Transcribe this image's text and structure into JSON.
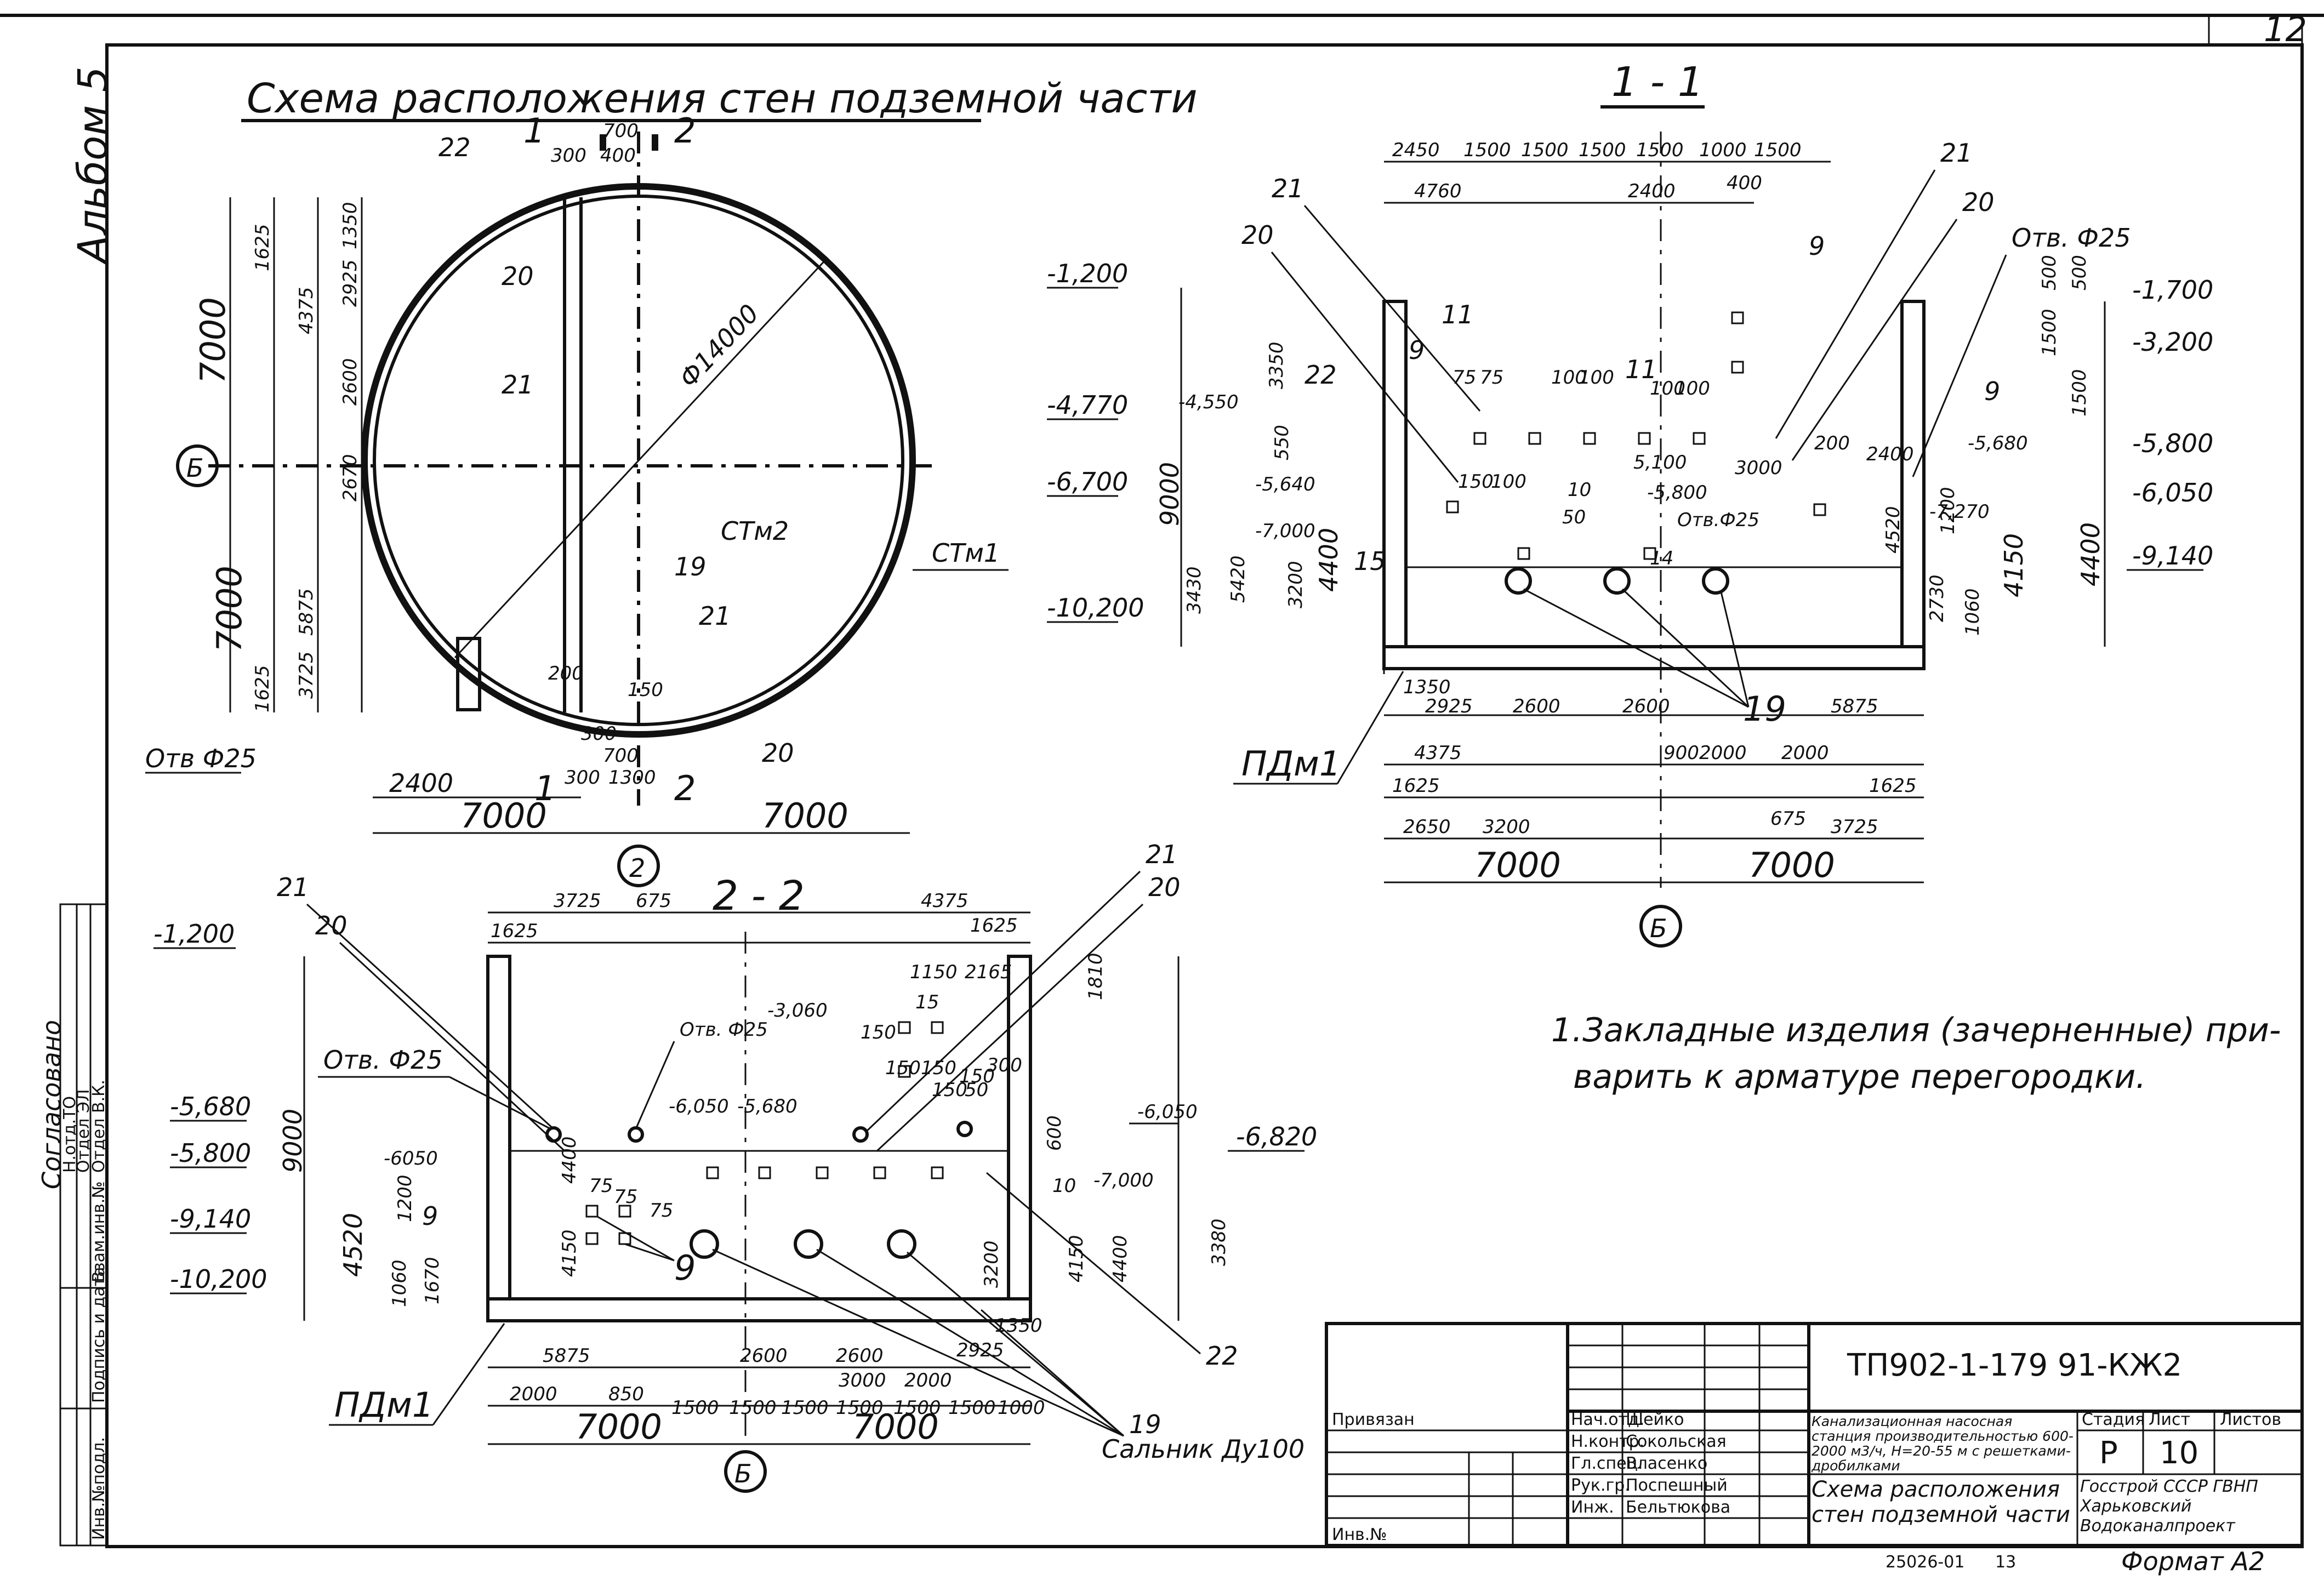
{
  "sheet": {
    "number": "12",
    "album": "Альбом 5"
  },
  "plan": {
    "title": "Схема расположения стен подземной части",
    "diameter": "Ф14000",
    "section_marks": [
      "1",
      "2"
    ],
    "axis_b": "Б",
    "axis_2": "2",
    "labels": {
      "stm1": "СТм1",
      "stm2": "СТм2",
      "hole": "Отв Ф25"
    },
    "marks": [
      "22",
      "20",
      "21",
      "19",
      "21",
      "20"
    ],
    "top_dims": [
      "700",
      "300",
      "400"
    ],
    "bottom_dims": [
      "200",
      "300",
      "700",
      "300",
      "1300",
      "150"
    ],
    "left_dims": [
      "7000",
      "1625",
      "4375",
      "2925",
      "1350",
      "2600",
      "2670",
      "7000",
      "5875",
      "3725",
      "1625"
    ],
    "dim_2400": "2400",
    "base_dims": [
      "7000",
      "7000"
    ]
  },
  "sec11": {
    "title": "1 - 1",
    "top_dims": [
      "2450",
      "1500",
      "1500",
      "1500",
      "1500",
      "1000",
      "1500"
    ],
    "top_dims2": [
      "4760",
      "2400",
      "400"
    ],
    "left_levels": [
      "-1,200",
      "-4,770",
      "-4,550",
      "-6,700",
      "-5,640",
      "-7,000",
      "-10,200"
    ],
    "left_dims": [
      "3350",
      "9000",
      "3430",
      "5420",
      "3200",
      "4400",
      "550"
    ],
    "right_levels": [
      "-1,700",
      "-3,200",
      "-5,680",
      "-5,800",
      "-6,050",
      "-7,270",
      "-9,140"
    ],
    "right_dims": [
      "500",
      "500",
      "1500",
      "1500",
      "4520",
      "2730",
      "4150",
      "4400",
      "1060",
      "1200"
    ],
    "marks": [
      "21",
      "20",
      "22",
      "9",
      "11",
      "11",
      "9",
      "9",
      "21",
      "20",
      "15",
      "10",
      "14",
      "19"
    ],
    "hole": "Отв. Ф25",
    "pdm": "ПДм1",
    "bottom_dims": [
      "1350",
      "2925",
      "2600",
      "2600",
      "5875",
      "4375",
      "900",
      "2000",
      "2000",
      "1625",
      "1625",
      "2650",
      "3200",
      "675",
      "3725"
    ],
    "base_dims": [
      "7000",
      "7000"
    ],
    "inner_dims": [
      "75",
      "75",
      "100",
      "100",
      "100",
      "100",
      "3000",
      "200",
      "2400",
      "5,100",
      "-5,800",
      "Отв.Ф25",
      "50",
      "150",
      "100"
    ],
    "axis": "Б"
  },
  "sec22": {
    "title": "2 - 2",
    "top_dims": [
      "3725",
      "675",
      "4375",
      "1625",
      "1625",
      "1150",
      "2165"
    ],
    "left_levels": [
      "-1,200",
      "-5,680",
      "-5,800",
      "-9,140",
      "-10,200"
    ],
    "left_dims": [
      "9000",
      "4520",
      "1060",
      "1670",
      "1200",
      "4150",
      "4400"
    ],
    "right_levels": [
      "-6,050",
      "-6,820",
      "-7,000"
    ],
    "right_dims": [
      "1810",
      "4150",
      "4400",
      "3380",
      "3200",
      "600"
    ],
    "levels_inner": [
      "-3,060",
      "-6,050",
      "-5,680",
      "-6050"
    ],
    "holes": [
      "Отв. Ф25",
      "Отв. Ф25"
    ],
    "marks": [
      "21",
      "20",
      "21",
      "20",
      "15",
      "9",
      "9",
      "10",
      "22",
      "19"
    ],
    "inner_dims": [
      "150",
      "150",
      "150",
      "150",
      "150",
      "50",
      "300",
      "75",
      "75",
      "75",
      "1350"
    ],
    "pdm": "ПДм1",
    "bottom_dims": [
      "5875",
      "2600",
      "2600",
      "2925",
      "2000",
      "850",
      "3000",
      "2000",
      "1500",
      "1500",
      "1500",
      "1500",
      "1500",
      "1500",
      "1000"
    ],
    "base_dims": [
      "7000",
      "7000"
    ],
    "seal": "Сальник Ду100",
    "axis": "Б"
  },
  "note": {
    "line1": "1.Закладные изделия (зачерненные) при-",
    "line2": "варить к арматуре перегородки."
  },
  "side_stamp": {
    "title": "Согласовано",
    "rows": [
      "Н.отд.ТО",
      "Отдел ЭЛ",
      "Отдел В.К.",
      "Инв.№подл.",
      "Подпись и дата",
      "Взам.инв.№"
    ]
  },
  "title_block": {
    "code": "ТП902-1-179 91-КЖ2",
    "bound": "Привязан",
    "inv": "Инв.№",
    "roles": [
      "Нач.отд.",
      "Н.контр.",
      "Гл.спец.",
      "Рук.гр.",
      "Инж."
    ],
    "names": [
      "Шейко",
      "Сокольская",
      "Власенко",
      "Поспешный",
      "Бельтюкова"
    ],
    "project": "Канализационная насосная станция производительностью 600-2000 м3/ч, Н=20-55 м с решетками-дробилками",
    "sheet_name": "Схема расположения стен подземной части",
    "stage_h": "Стадия",
    "sheet_h": "Лист",
    "sheets_h": "Листов",
    "stage": "Р",
    "sheet": "10",
    "org": "Госстрой СССР ГВНП Харьковский Водоканалпроект",
    "bottom_code": "25026-01",
    "bottom_num": "13",
    "format": "Формат А2"
  }
}
